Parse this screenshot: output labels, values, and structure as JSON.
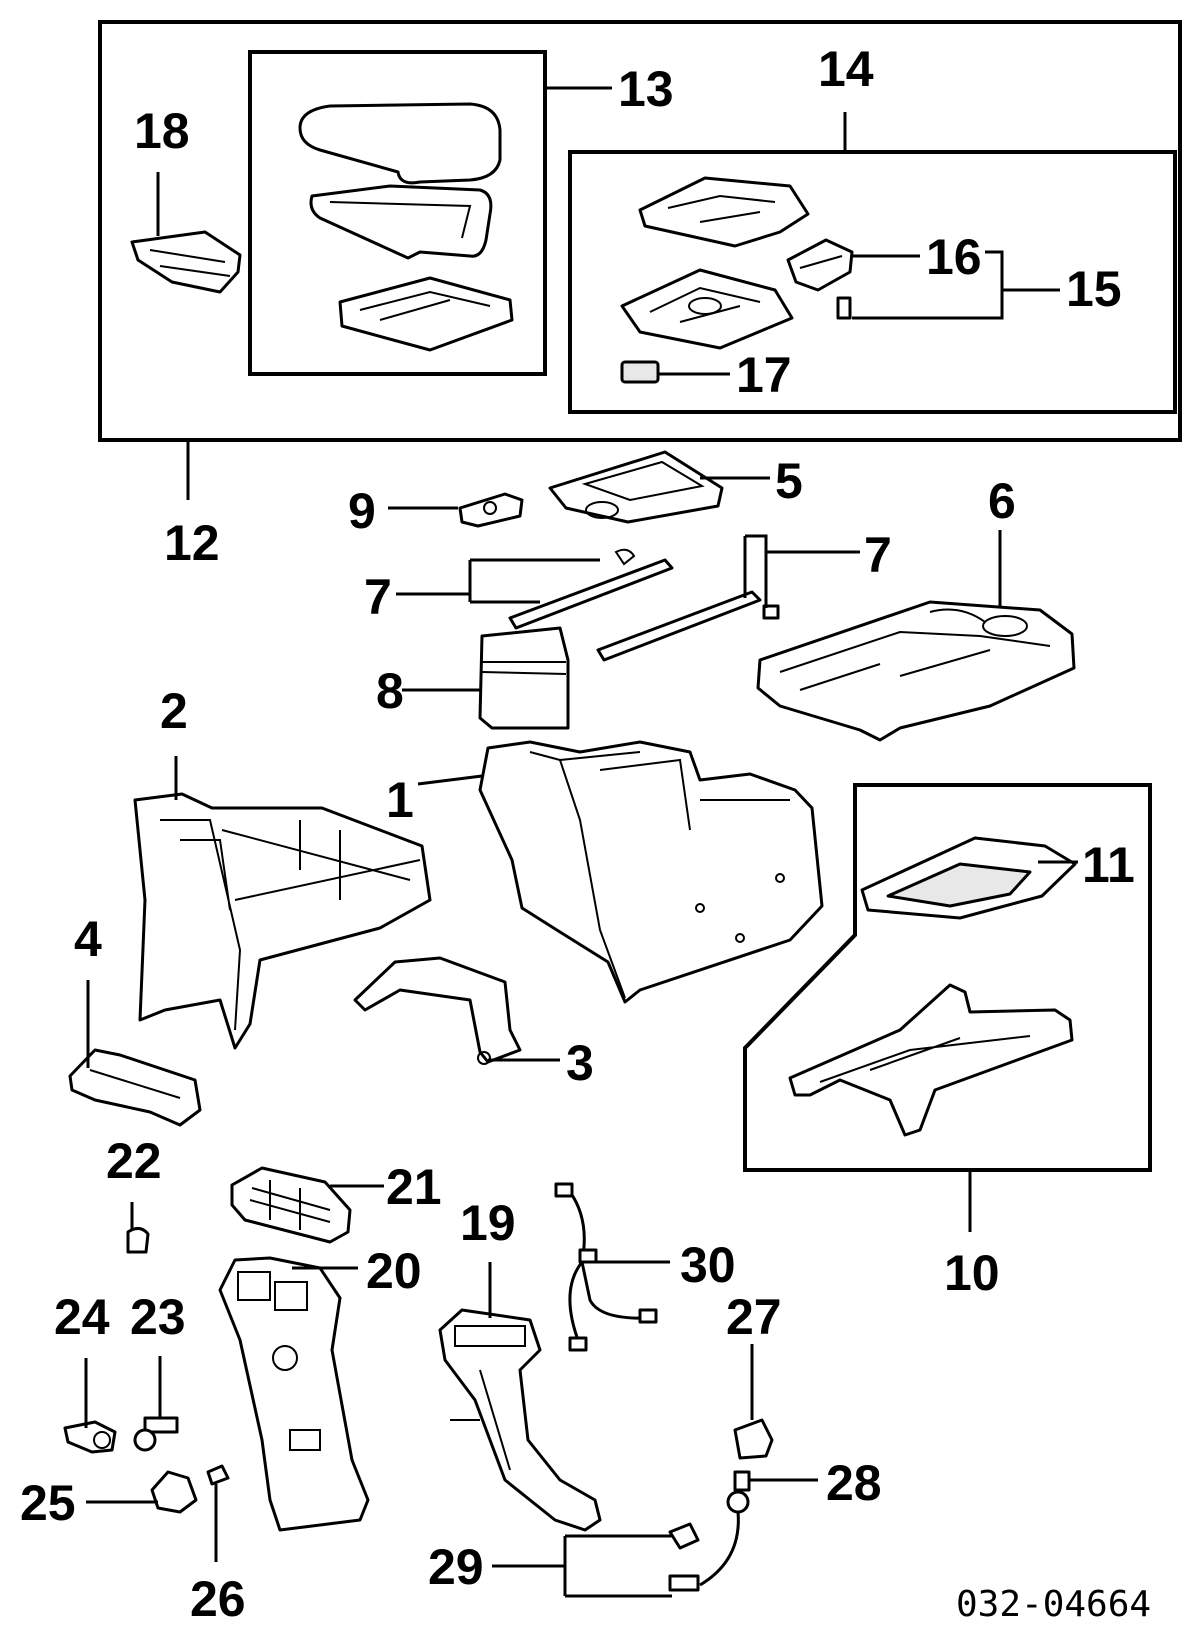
{
  "diagram": {
    "code": "032-04664",
    "callouts": [
      "1",
      "2",
      "3",
      "4",
      "5",
      "6",
      "7",
      "8",
      "9",
      "10",
      "11",
      "12",
      "13",
      "14",
      "15",
      "16",
      "17",
      "18",
      "19",
      "20",
      "21",
      "22",
      "23",
      "24",
      "25",
      "26",
      "27",
      "28",
      "29",
      "30"
    ]
  }
}
